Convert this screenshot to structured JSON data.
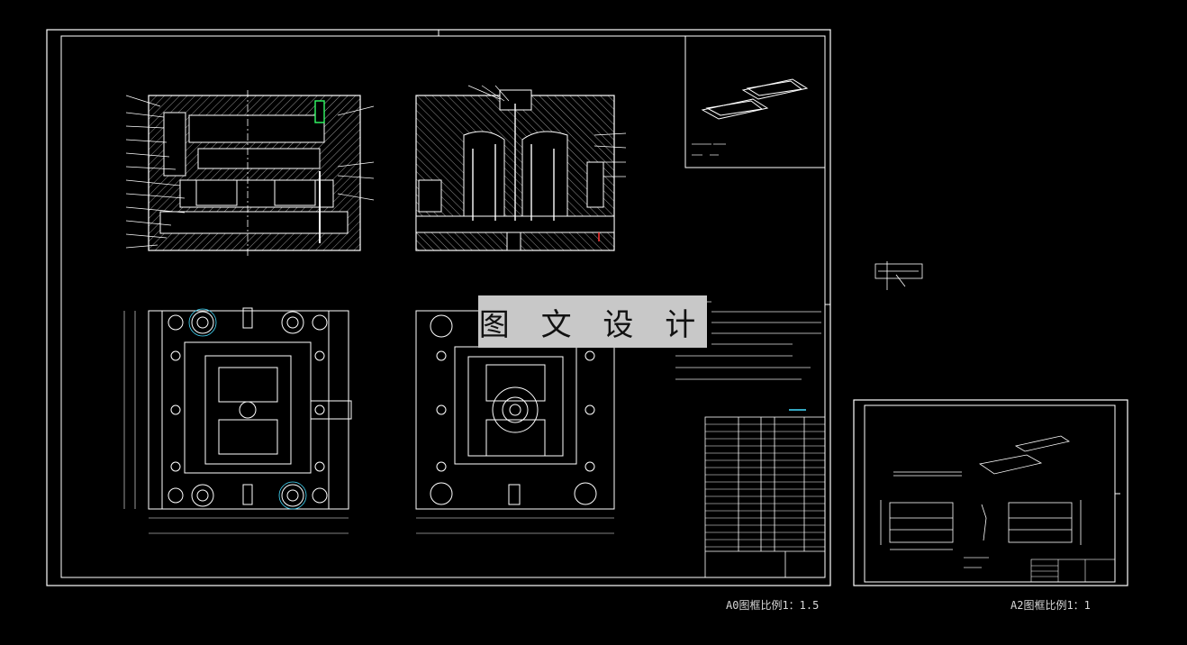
{
  "watermark": "图 文 设 计",
  "captions": {
    "a0": "A0图框比例1：1.5",
    "a2": "A2图框比例1：1"
  },
  "colors": {
    "background": "#000000",
    "frame": "#ffffff",
    "watermark_bg": "#c8c8c8",
    "accent_green": "#33ff66",
    "accent_cyan": "#44ddff",
    "accent_red": "#ff3333"
  }
}
